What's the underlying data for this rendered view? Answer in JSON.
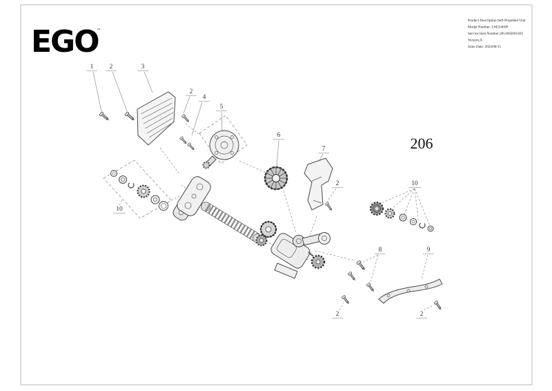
{
  "header": {
    "logo_text": "EGO",
    "logo_tm": "™",
    "product_info": [
      "Product Description:Self-Propelled Unit",
      "Model Number: LM2240SP",
      "Service Item Number:2851663001S02",
      "Version:A",
      "Issue Date: 2024/08/15"
    ]
  },
  "figure": {
    "page_number": "206",
    "callouts": [
      "1",
      "2",
      "3",
      "2",
      "4",
      "5",
      "6",
      "7",
      "2",
      "10",
      "10",
      "8",
      "9",
      "2",
      "2"
    ]
  },
  "colors": {
    "logo": "#000000",
    "line_ink": "#474747",
    "leader_gray": "#8f8f8f"
  }
}
